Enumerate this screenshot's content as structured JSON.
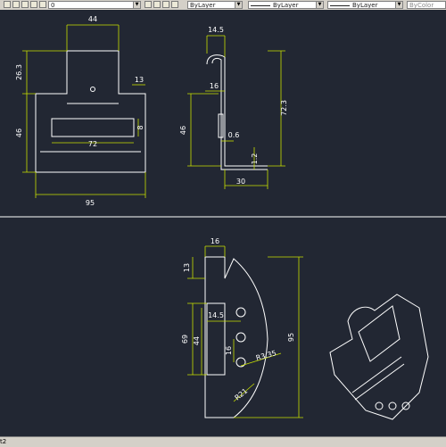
{
  "toolbar": {
    "layer_combo": "0",
    "color_combo": "ByLayer",
    "linetype_combo": "ByLayer",
    "lineweight_combo": "ByLayer",
    "plotstyle_combo": "ByColor"
  },
  "dims": {
    "front": {
      "width_top": "44",
      "height_top": "26.3",
      "flange": "13",
      "height": "46",
      "slot_w": "72",
      "slot_h": "8",
      "total_w": "95"
    },
    "side": {
      "lip": "14.5",
      "step": "16",
      "total_h": "72.3",
      "height": "46",
      "thick": "0.6",
      "radius": "1.2",
      "base": "30"
    },
    "blank": {
      "tab_w": "16",
      "tab_h": "13",
      "hole_span": "14.5",
      "left_h": "69",
      "mid_h": "44",
      "hole_pitch": "16",
      "notch_r": "R3.35",
      "corner_r": "R21",
      "total_h": "95"
    }
  },
  "statusbar": {
    "layout_tab": "t2"
  },
  "colors": {
    "background": "#222733",
    "geometry": "#ffffff",
    "dimension": "#c8e000"
  }
}
